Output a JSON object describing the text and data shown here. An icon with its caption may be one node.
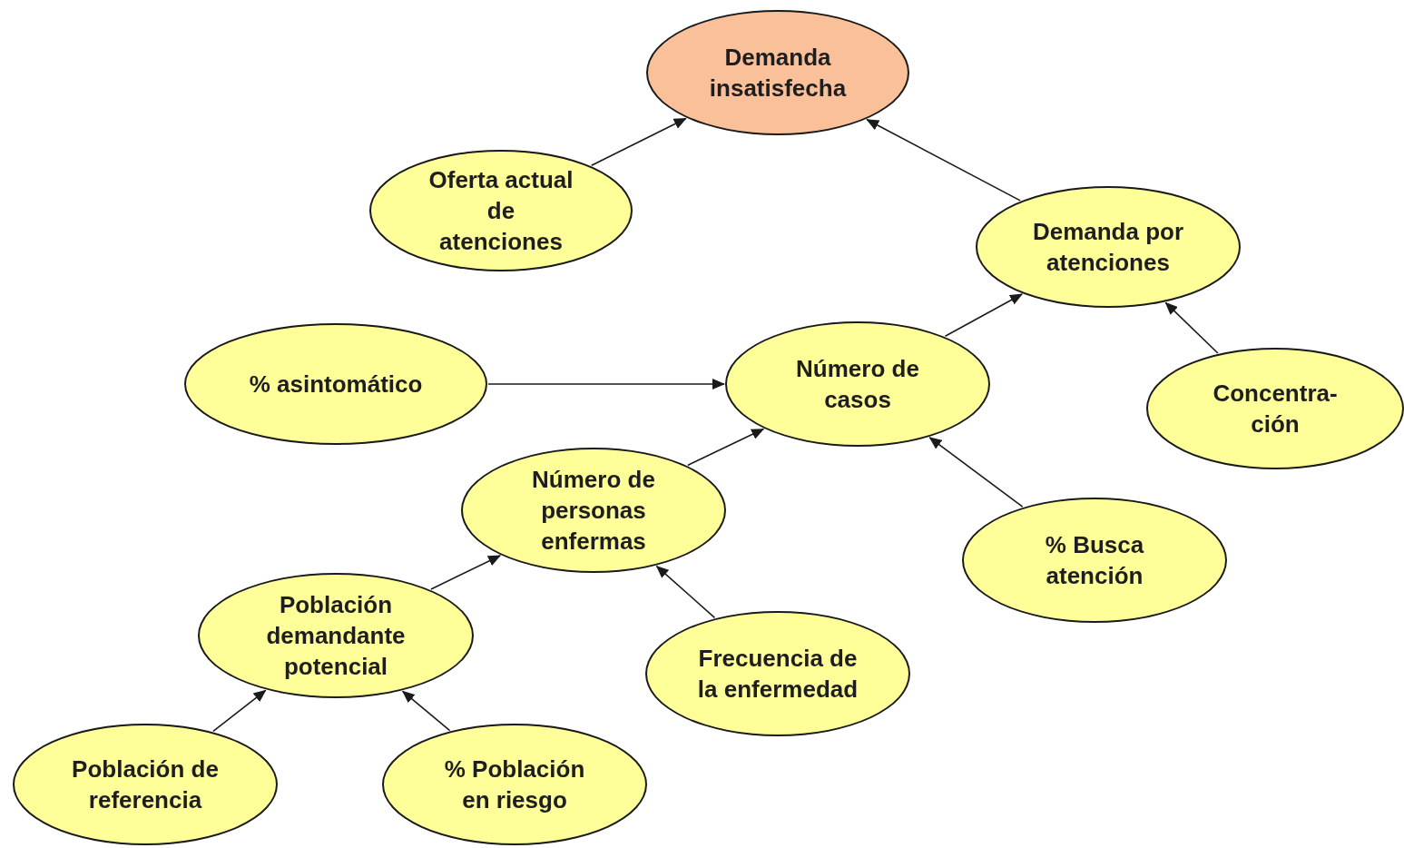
{
  "diagram": {
    "nodes": [
      {
        "text": [
          "Demanda insatisfecha"
        ]
      },
      {
        "text": [
          "Oferta actual de atenciones"
        ]
      },
      {
        "text": [
          "Demanda por atenciones"
        ]
      },
      {
        "text": [
          "% asintomático"
        ]
      },
      {
        "text": [
          "Número de casos"
        ]
      },
      {
        "text": [
          "Concentra-ción"
        ]
      },
      {
        "text": [
          "Número de personas enfermas"
        ]
      },
      {
        "text": [
          "% Busca atención"
        ]
      },
      {
        "text": [
          "Población demandante potencial"
        ]
      },
      {
        "text": [
          "Frecuencia de la enfermedad"
        ]
      },
      {
        "text": [
          "Población de referencia"
        ]
      },
      {
        "text": [
          "% Población en riesgo"
        ]
      }
    ],
    "edges": [
      {
        "from": 1,
        "to": 0,
        "arrow": "to"
      },
      {
        "from": 2,
        "to": 0,
        "arrow": "to"
      },
      {
        "from": 4,
        "to": 2,
        "arrow": "to"
      },
      {
        "from": 5,
        "to": 2,
        "arrow": "to"
      },
      {
        "from": 3,
        "to": 4,
        "arrow": "to"
      },
      {
        "from": 6,
        "to": 4,
        "arrow": "to"
      },
      {
        "from": 7,
        "to": 4,
        "arrow": "to"
      },
      {
        "from": 8,
        "to": 6,
        "arrow": "to"
      },
      {
        "from": 9,
        "to": 6,
        "arrow": "to"
      },
      {
        "from": 10,
        "to": 8,
        "arrow": "to"
      },
      {
        "from": 11,
        "to": 8,
        "arrow": "to"
      }
    ]
  }
}
